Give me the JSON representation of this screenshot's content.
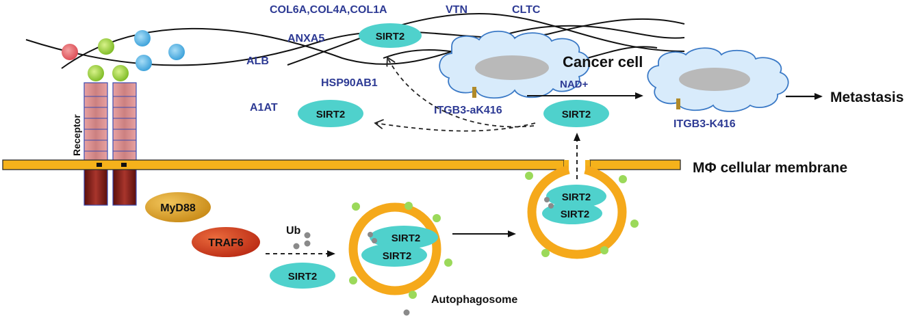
{
  "labels": {
    "ecm_proteins_row1": "COL6A,COL4A,COL1A",
    "vtn": "VTN",
    "cltc": "CLTC",
    "anxa5": "ANXA5",
    "alb": "ALB",
    "hsp90ab1": "HSP90AB1",
    "a1at": "A1AT",
    "receptor": "Receptor",
    "cancer_cell": "Cancer cell",
    "nad": "NAD+",
    "itgb3_acetyl": "ITGB3-aK416",
    "itgb3_deacetyl": "ITGB3-K416",
    "metastasis": "Metastasis",
    "membrane": "MΦ cellular membrane",
    "myd88": "MyD88",
    "traf6": "TRAF6",
    "ub": "Ub",
    "autophagosome": "Autophagosome",
    "sirt2": "SIRT2"
  },
  "colors": {
    "sirt2_fill": "#4fd1cc",
    "protein_text": "#2d3a94",
    "membrane": "#f5b21b",
    "autophagosome_ring": "#f5a91b",
    "vesicle_dot": "#9bd95a",
    "cell_fill": "#d8ebfb",
    "cell_outline": "#3a79c6",
    "nucleus": "#b9b9b9",
    "receptor_upper": "#cc8080",
    "receptor_lower": "#7a1c18",
    "myd88": "#d59a1a",
    "traf6": "#c9361b",
    "ub_dot": "#8a8a8a"
  },
  "icons": [
    "ligand-red",
    "ligand-green",
    "ligand-blue",
    "ub-dot",
    "arrow-right",
    "arrow-dashed"
  ]
}
